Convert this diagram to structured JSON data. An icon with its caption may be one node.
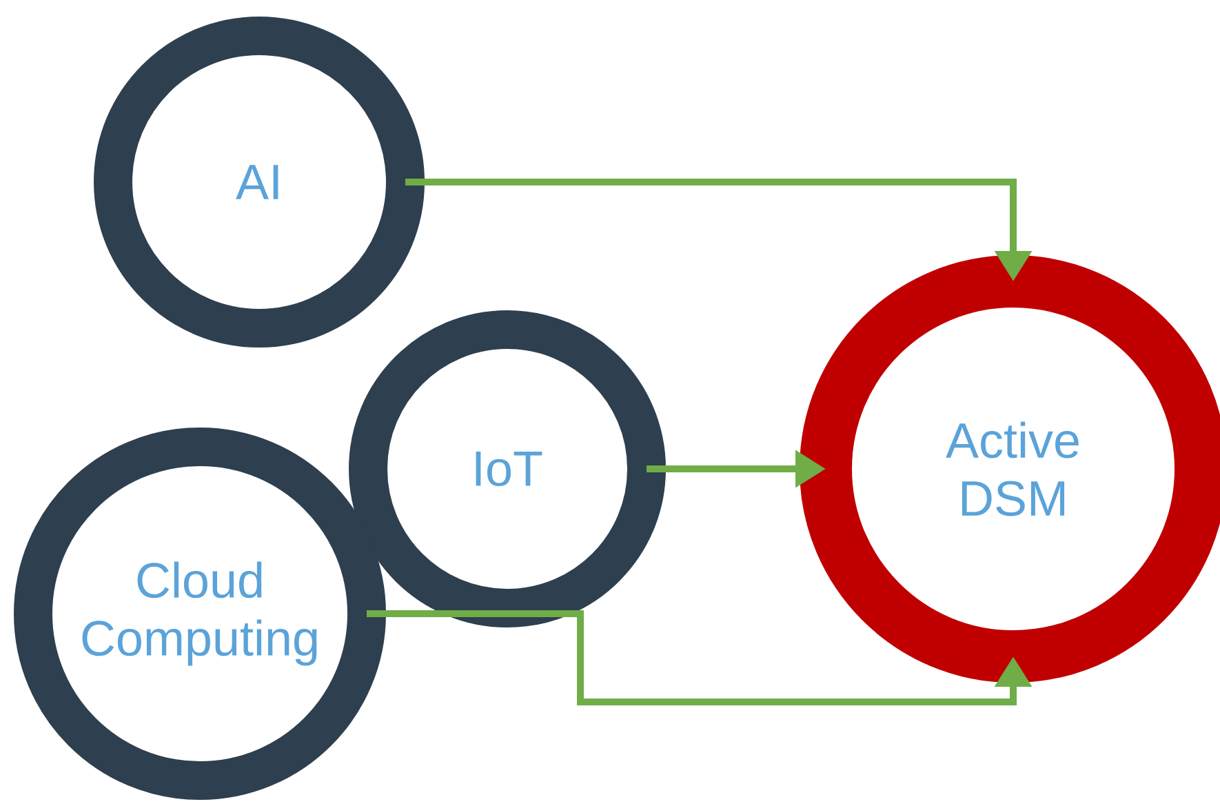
{
  "diagram": {
    "nodes": [
      {
        "text": [
          "AI"
        ]
      },
      {
        "text": [
          "IoT"
        ]
      },
      {
        "text": [
          "Cloud Computing"
        ]
      },
      {
        "text": [
          "Active DSM"
        ]
      }
    ],
    "edges": [
      {
        "from": 0,
        "to": 3,
        "arrow": "to"
      },
      {
        "from": 1,
        "to": 3,
        "arrow": "to"
      },
      {
        "from": 2,
        "to": 3,
        "arrow": "to"
      }
    ]
  }
}
